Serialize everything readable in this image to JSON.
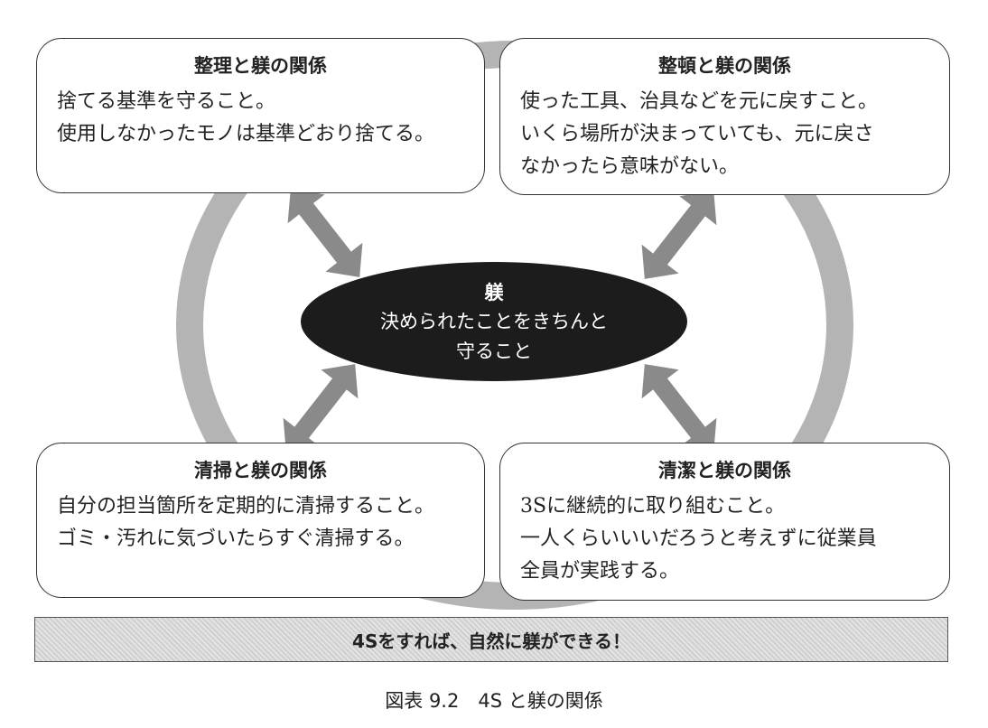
{
  "boxes": {
    "seiri": {
      "title": "整理と躾の関係",
      "lines": [
        "捨てる基準を守ること。",
        "使用しなかったモノは基準どおり捨てる。"
      ]
    },
    "seiton": {
      "title": "整頓と躾の関係",
      "lines": [
        "使った工具、治具などを元に戻すこと。",
        "いくら場所が決まっていても、元に戻さ",
        "なかったら意味がない。"
      ]
    },
    "seiso": {
      "title": "清掃と躾の関係",
      "lines": [
        "自分の担当箇所を定期的に清掃すること。",
        "ゴミ・汚れに気づいたらすぐ清掃する。"
      ]
    },
    "seiketsu": {
      "title": "清潔と躾の関係",
      "lines": [
        "3Sに継続的に取り組むこと。",
        "一人くらいいいだろうと考えずに従業員",
        "全員が実践する。"
      ]
    }
  },
  "center": {
    "title": "躾",
    "lines": [
      "決められたことをきちんと",
      "守ること"
    ]
  },
  "banner": "4Sをすれば、自然に躾ができる！",
  "caption": "図表 9.2　4S と躾の関係",
  "colors": {
    "ring": "#b4b4b4",
    "arrow": "#8a8a8a",
    "ellipse": "#1c1c1c"
  }
}
